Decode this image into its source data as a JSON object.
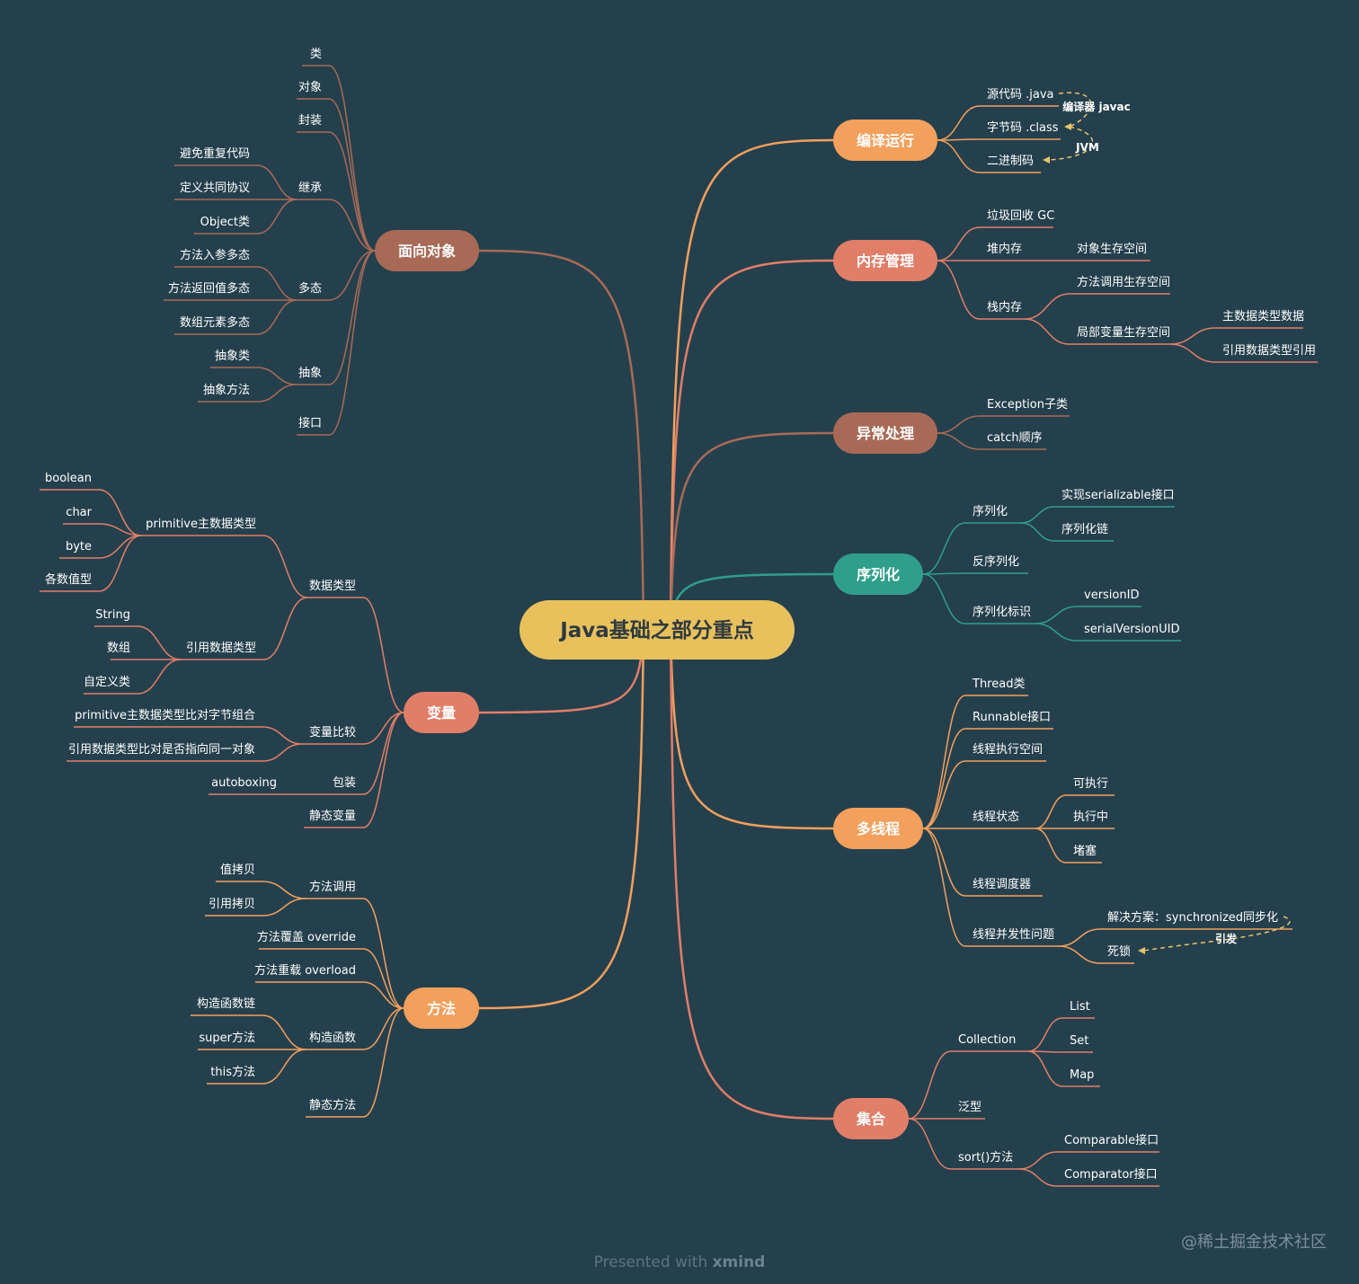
{
  "root": "Java基础之部分重点",
  "colors": {
    "background": "#25404d",
    "center": "#e8c15d",
    "orange": "#f3a05c",
    "salmon": "#e17e68",
    "brown": "#a86a56",
    "teal": "#2f9f8b"
  },
  "branches": [
    {
      "name": "面向对象",
      "color": "#a86a56",
      "children": [
        {
          "name": "类"
        },
        {
          "name": "对象"
        },
        {
          "name": "封装"
        },
        {
          "name": "继承",
          "children": [
            {
              "name": "避免重复代码"
            },
            {
              "name": "定义共同协议"
            },
            {
              "name": "Object类"
            }
          ]
        },
        {
          "name": "多态",
          "children": [
            {
              "name": "方法入参多态"
            },
            {
              "name": "方法返回值多态"
            },
            {
              "name": "数组元素多态"
            }
          ]
        },
        {
          "name": "抽象",
          "children": [
            {
              "name": "抽象类"
            },
            {
              "name": "抽象方法"
            }
          ]
        },
        {
          "name": "接口"
        }
      ]
    },
    {
      "name": "变量",
      "color": "#e17e68",
      "children": [
        {
          "name": "数据类型",
          "children": [
            {
              "name": "primitive主数据类型",
              "children": [
                {
                  "name": "boolean"
                },
                {
                  "name": "char"
                },
                {
                  "name": "byte"
                },
                {
                  "name": "各数值型"
                }
              ]
            },
            {
              "name": "引用数据类型",
              "children": [
                {
                  "name": "String"
                },
                {
                  "name": "数组"
                },
                {
                  "name": "自定义类"
                }
              ]
            }
          ]
        },
        {
          "name": "变量比较",
          "children": [
            {
              "name": "primitive主数据类型比对字节组合"
            },
            {
              "name": "引用数据类型比对是否指向同一对象"
            }
          ]
        },
        {
          "name": "包装",
          "children": [
            {
              "name": "autoboxing"
            }
          ]
        },
        {
          "name": "静态变量"
        }
      ]
    },
    {
      "name": "方法",
      "color": "#f3a05c",
      "children": [
        {
          "name": "方法调用",
          "children": [
            {
              "name": "值拷贝"
            },
            {
              "name": "引用拷贝"
            }
          ]
        },
        {
          "name": "方法覆盖 override"
        },
        {
          "name": "方法重载 overload"
        },
        {
          "name": "构造函数",
          "children": [
            {
              "name": "构造函数链"
            },
            {
              "name": "super方法"
            },
            {
              "name": "this方法"
            }
          ]
        },
        {
          "name": "静态方法"
        }
      ]
    },
    {
      "name": "编译运行",
      "color": "#f3a05c",
      "children": [
        {
          "name": "源代码 .java"
        },
        {
          "name": "字节码 .class"
        },
        {
          "name": "二进制码"
        }
      ]
    },
    {
      "name": "内存管理",
      "color": "#e17e68",
      "children": [
        {
          "name": "垃圾回收 GC"
        },
        {
          "name": "堆内存",
          "children": [
            {
              "name": "对象生存空间"
            }
          ]
        },
        {
          "name": "栈内存",
          "children": [
            {
              "name": "方法调用生存空间"
            },
            {
              "name": "局部变量生存空间",
              "children": [
                {
                  "name": "主数据类型数据"
                },
                {
                  "name": "引用数据类型引用"
                }
              ]
            }
          ]
        }
      ]
    },
    {
      "name": "异常处理",
      "color": "#a86a56",
      "children": [
        {
          "name": "Exception子类"
        },
        {
          "name": "catch顺序"
        }
      ]
    },
    {
      "name": "序列化",
      "color": "#2f9f8b",
      "children": [
        {
          "name": "序列化",
          "children": [
            {
              "name": "实现serializable接口"
            },
            {
              "name": "序列化链"
            }
          ]
        },
        {
          "name": "反序列化"
        },
        {
          "name": "序列化标识",
          "children": [
            {
              "name": "versionID"
            },
            {
              "name": "serialVersionUID"
            }
          ]
        }
      ]
    },
    {
      "name": "多线程",
      "color": "#f3a05c",
      "children": [
        {
          "name": "Thread类"
        },
        {
          "name": "Runnable接口"
        },
        {
          "name": "线程执行空间"
        },
        {
          "name": "线程状态",
          "children": [
            {
              "name": "可执行"
            },
            {
              "name": "执行中"
            },
            {
              "name": "堵塞"
            }
          ]
        },
        {
          "name": "线程调度器"
        },
        {
          "name": "线程并发性问题",
          "children": [
            {
              "name": "解决方案：synchronized同步化"
            },
            {
              "name": "死锁"
            }
          ]
        }
      ]
    },
    {
      "name": "集合",
      "color": "#e17e68",
      "children": [
        {
          "name": "Collection",
          "children": [
            {
              "name": "List"
            },
            {
              "name": "Set"
            },
            {
              "name": "Map"
            }
          ]
        },
        {
          "name": "泛型"
        },
        {
          "name": "sort()方法",
          "children": [
            {
              "name": "Comparable接口"
            },
            {
              "name": "Comparator接口"
            }
          ]
        }
      ]
    }
  ],
  "relations": [
    {
      "label": "编译器 javac",
      "from": "源代码 .java",
      "to": "字节码 .class"
    },
    {
      "label": "JVM",
      "from": "字节码 .class",
      "to": "二进制码"
    },
    {
      "label": "引发",
      "from": "解决方案：synchronized同步化",
      "to": "死锁"
    }
  ],
  "footer": {
    "prefix": "Presented with ",
    "brand": "xmind"
  },
  "watermark": "@稀土掘金技术社区"
}
